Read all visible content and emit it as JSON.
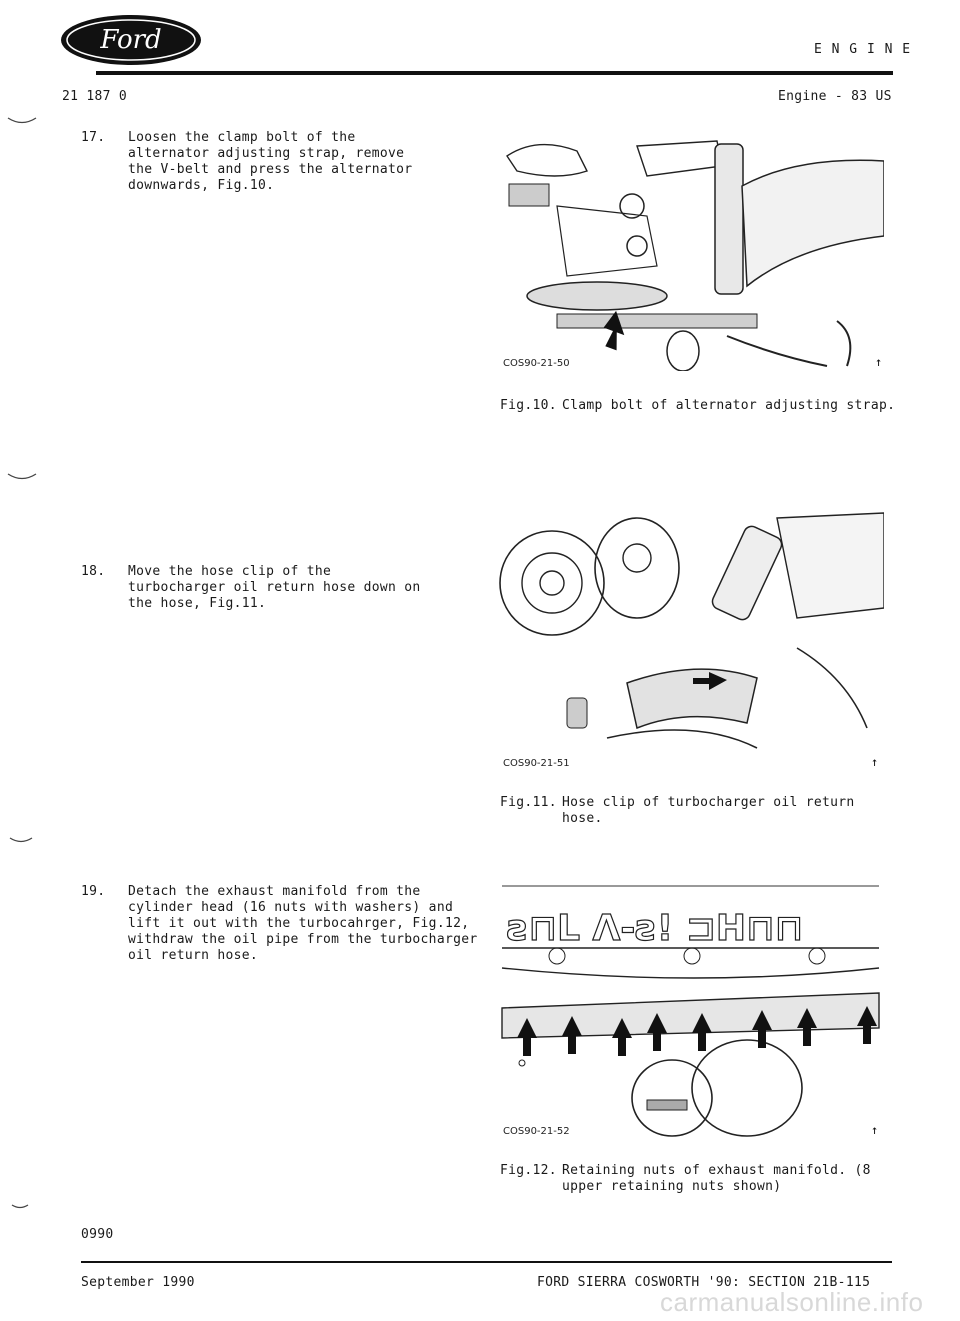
{
  "header": {
    "logo_text": "Ford",
    "section": "E N G I N E",
    "ref_left": "21 187 0",
    "ref_right": "Engine - 83 US"
  },
  "steps": [
    {
      "number": "17.",
      "text": "Loosen the clamp bolt of the alternator adjusting strap, remove the V-belt and press the alternator downwards, Fig.10."
    },
    {
      "number": "18.",
      "text": "Move the hose clip of the turbocharger oil return hose down on the hose, Fig.11."
    },
    {
      "number": "19.",
      "text": "Detach the exhaust manifold from the cylinder head (16 nuts with washers) and lift it out with the turbocahrger, Fig.12, withdraw the oil pipe from the turbocharger oil return hose."
    }
  ],
  "figures": [
    {
      "code": "COS90-21-50",
      "caption_num": "Fig.10.",
      "caption_text": "Clamp bolt of alternator adjusting strap."
    },
    {
      "code": "COS90-21-51",
      "caption_num": "Fig.11.",
      "caption_text": "Hose clip of turbocharger oil return hose."
    },
    {
      "code": "COS90-21-52",
      "caption_num": "Fig.12.",
      "caption_text": "Retaining nuts of exhaust manifold. (8 upper retaining nuts shown)"
    }
  ],
  "footer": {
    "code": "0990",
    "date": "September 1990",
    "publication": "FORD SIERRA COSWORTH '90: SECTION 21B-115"
  },
  "watermark": "carmanualsonline.info"
}
